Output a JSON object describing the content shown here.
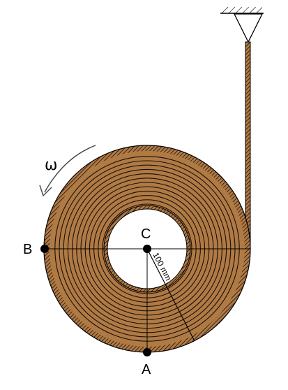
{
  "labels": {
    "omega": "ω",
    "point_b": "B",
    "point_c": "C",
    "point_a": "A",
    "radius_dimension": "100 mm"
  },
  "colors": {
    "roll_fill": "#b07a45",
    "roll_lines": "#1a1008",
    "outline": "#000000",
    "background": "#ffffff"
  },
  "icons": {
    "support": "fixed-support-icon",
    "rotation": "curved-arrow-icon"
  }
}
